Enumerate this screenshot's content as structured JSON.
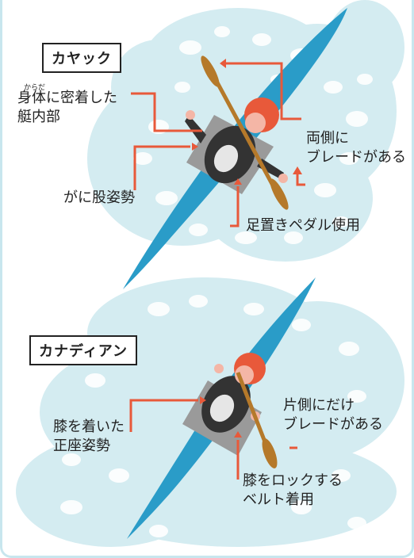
{
  "kayak": {
    "title": "カヤック",
    "furigana": "からだ",
    "label_body_line1": "身体に密着した",
    "label_body_line2": "艇内部",
    "label_blades_line1": "両側に",
    "label_blades_line2": "ブレードがある",
    "label_stance": "がに股姿勢",
    "label_pedal": "足置きペダル使用"
  },
  "canoe": {
    "title": "カナディアン",
    "label_blade_line1": "片側にだけ",
    "label_blade_line2": "ブレードがある",
    "label_stance_line1": "膝を着いた",
    "label_stance_line2": "正座姿勢",
    "label_belt_line1": "膝をロックする",
    "label_belt_line2": "ベルト着用"
  },
  "colors": {
    "water": "#d4ecf1",
    "boat": "#2a9cc8",
    "paddle": "#b5792a",
    "helmet": "#e8593a",
    "callout": "#e8593a",
    "cockpit": "#999999"
  }
}
